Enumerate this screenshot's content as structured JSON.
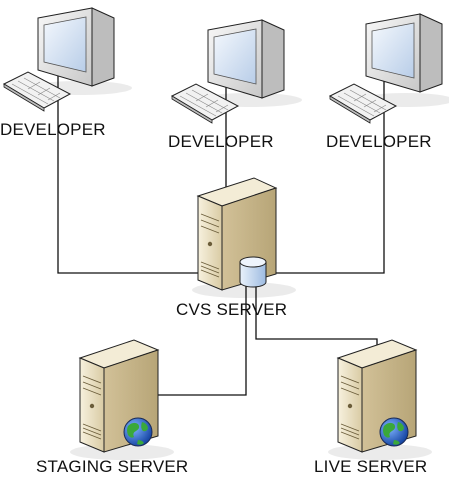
{
  "nodes": {
    "developer_1": {
      "label": "DEVELOPER",
      "icon": "desktop-computer-icon"
    },
    "developer_2": {
      "label": "DEVELOPER",
      "icon": "desktop-computer-icon"
    },
    "developer_3": {
      "label": "DEVELOPER",
      "icon": "desktop-computer-icon"
    },
    "cvs_server": {
      "label": "CVS SERVER",
      "icon": "server-with-database-icon"
    },
    "staging_server": {
      "label": "STAGING SERVER",
      "icon": "web-server-icon"
    },
    "live_server": {
      "label": "LIVE SERVER",
      "icon": "web-server-icon"
    }
  },
  "colors": {
    "line": "#111111",
    "server_body": "#ece2c6",
    "monitor_body": "#e9e9e9",
    "screen": "#dce8f6",
    "database": "#cfe0f3",
    "globe": "#2a60c8"
  }
}
